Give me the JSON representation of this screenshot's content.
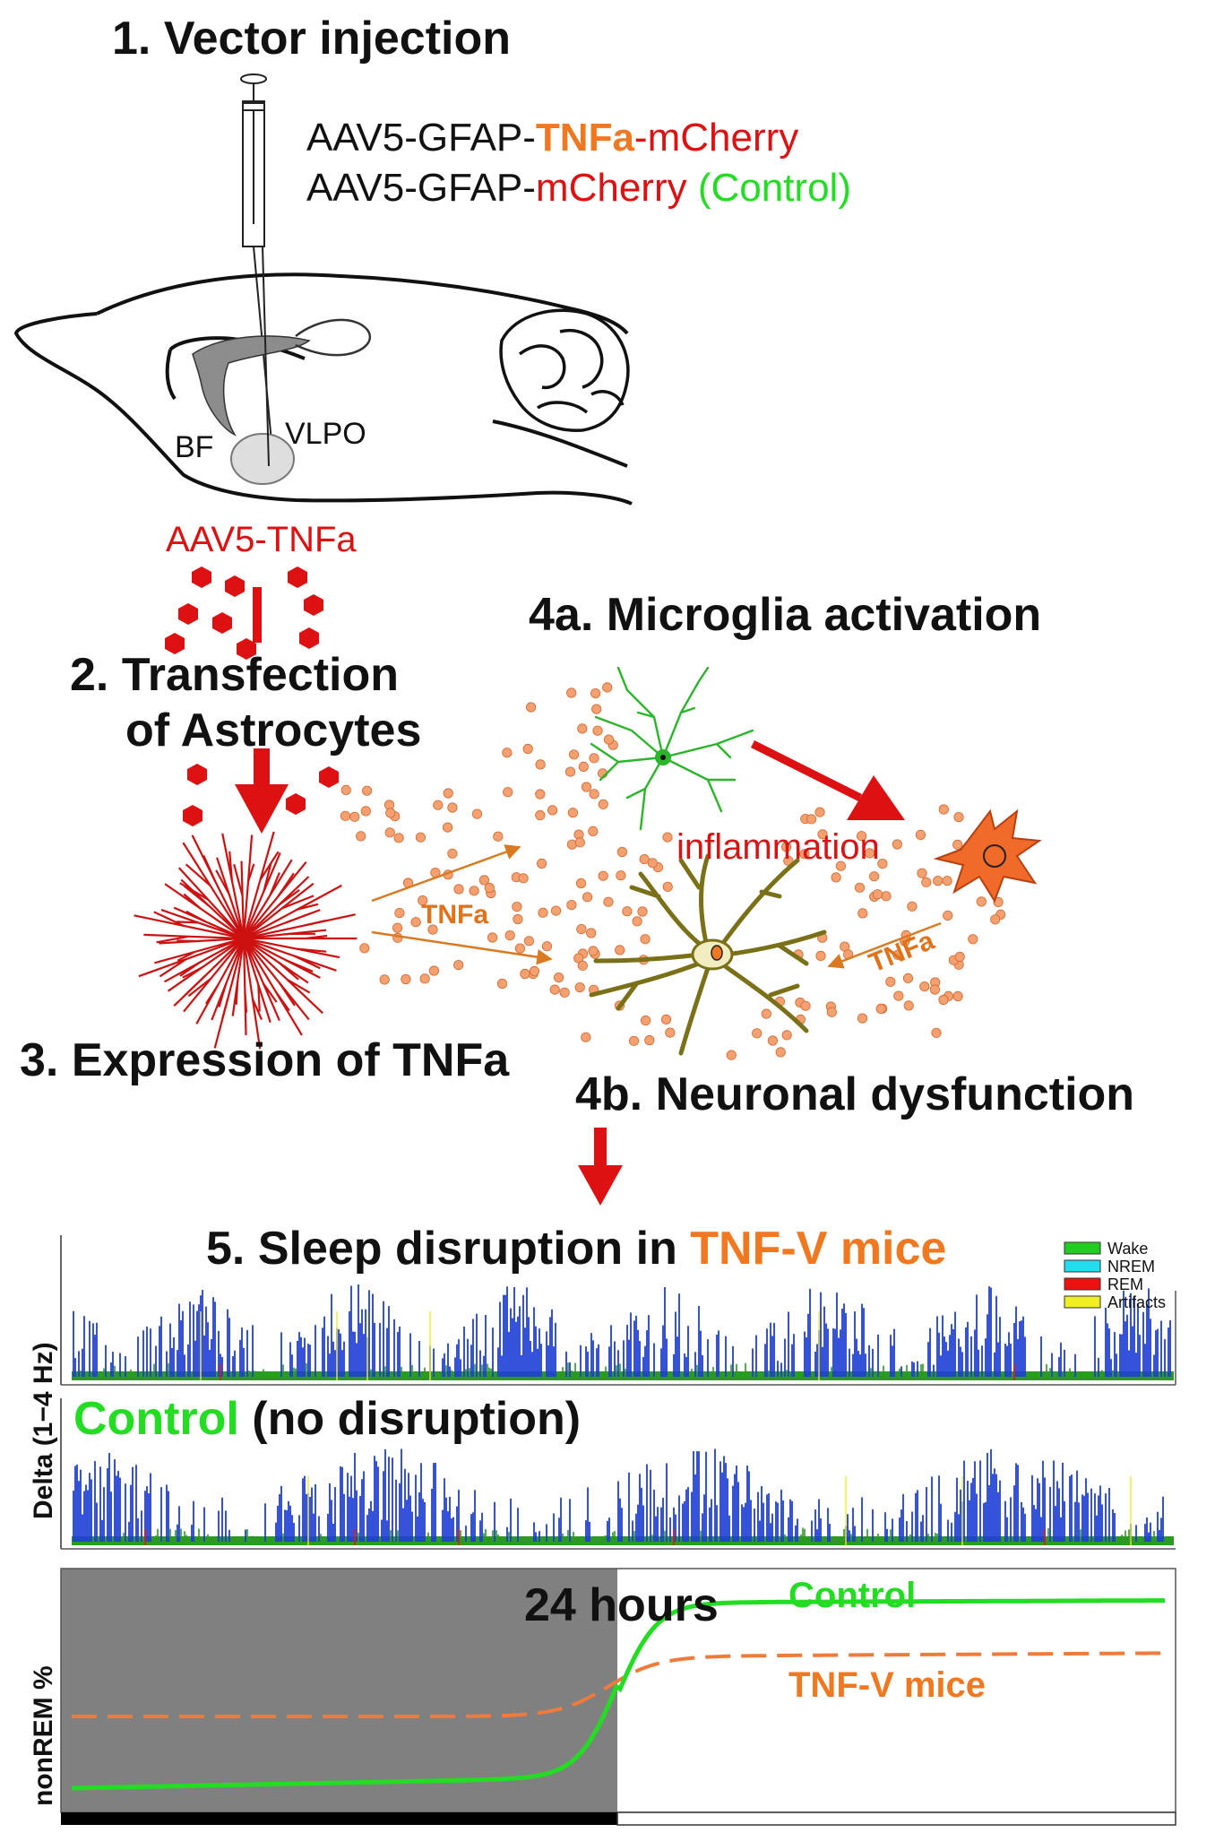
{
  "step1_title": "1. Vector injection",
  "vector1": {
    "p1": "AAV5-GFAP-",
    "p2": "TNFa",
    "p3": "-mCherry"
  },
  "vector2": {
    "p1": "AAV5-GFAP-",
    "p2": "mCherry",
    "p3": " (Control)"
  },
  "region_bf": "BF",
  "region_vlpo": "VLPO",
  "virus_label": "AAV5-TNFa",
  "step2_title_l1": "2. Transfection",
  "step2_title_l2": "of Astrocytes",
  "step3_title": "3. Expression of TNFa",
  "step4a_title": "4a. Microglia activation",
  "step4b_title": "4b. Neuronal dysfunction",
  "inflammation_label": "inflammation",
  "tnfa_label_left": "TNFa",
  "tnfa_label_right": "TNFa",
  "step5_title": {
    "p1": "5. Sleep disruption in ",
    "p2": "TNF-V mice"
  },
  "control_title": {
    "p1": "Control",
    "p2": " (no disruption)"
  },
  "delta_axis_label": "Delta (1−4 Hz)",
  "nrem_axis_label": "nonREM %",
  "hours_label": "24 hours",
  "curve_label_control": "Control",
  "curve_label_tnfv": "TNF-V mice",
  "legend": [
    {
      "label": "Wake",
      "color": "#22cc22"
    },
    {
      "label": "NREM",
      "color": "#22ddee"
    },
    {
      "label": "REM",
      "color": "#ee1111"
    },
    {
      "label": "Artifacts",
      "color": "#eeee22"
    }
  ],
  "colors": {
    "orange": "#f07820",
    "red": "#dd1111",
    "green": "#22dd22",
    "nrem_blue": "#1f3fd6",
    "wake_green": "#2a9a20",
    "dark_phase": "#808080",
    "microglia": "#2bb52b",
    "neuron": "#7a7018"
  }
}
